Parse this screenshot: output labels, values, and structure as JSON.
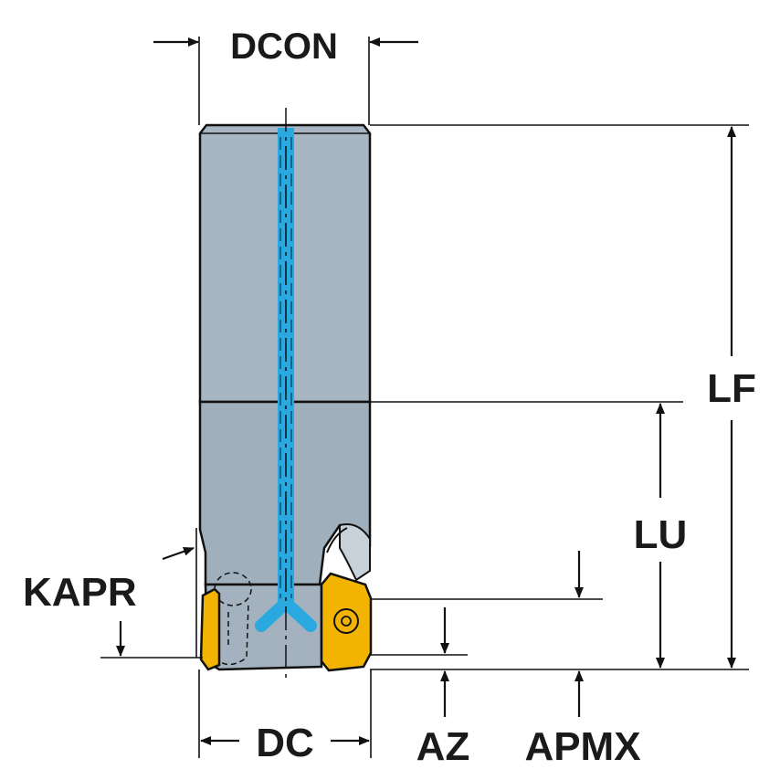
{
  "labels": {
    "dcon": "DCON",
    "lf": "LF",
    "lu": "LU",
    "kapr": "KAPR",
    "dc": "DC",
    "az": "AZ",
    "apmx": "APMX"
  },
  "colors": {
    "body": "#a7b6c2",
    "body_shade": "#93a3b0",
    "coolant": "#29a9e0",
    "insert": "#f2b400",
    "outline": "#111111"
  }
}
